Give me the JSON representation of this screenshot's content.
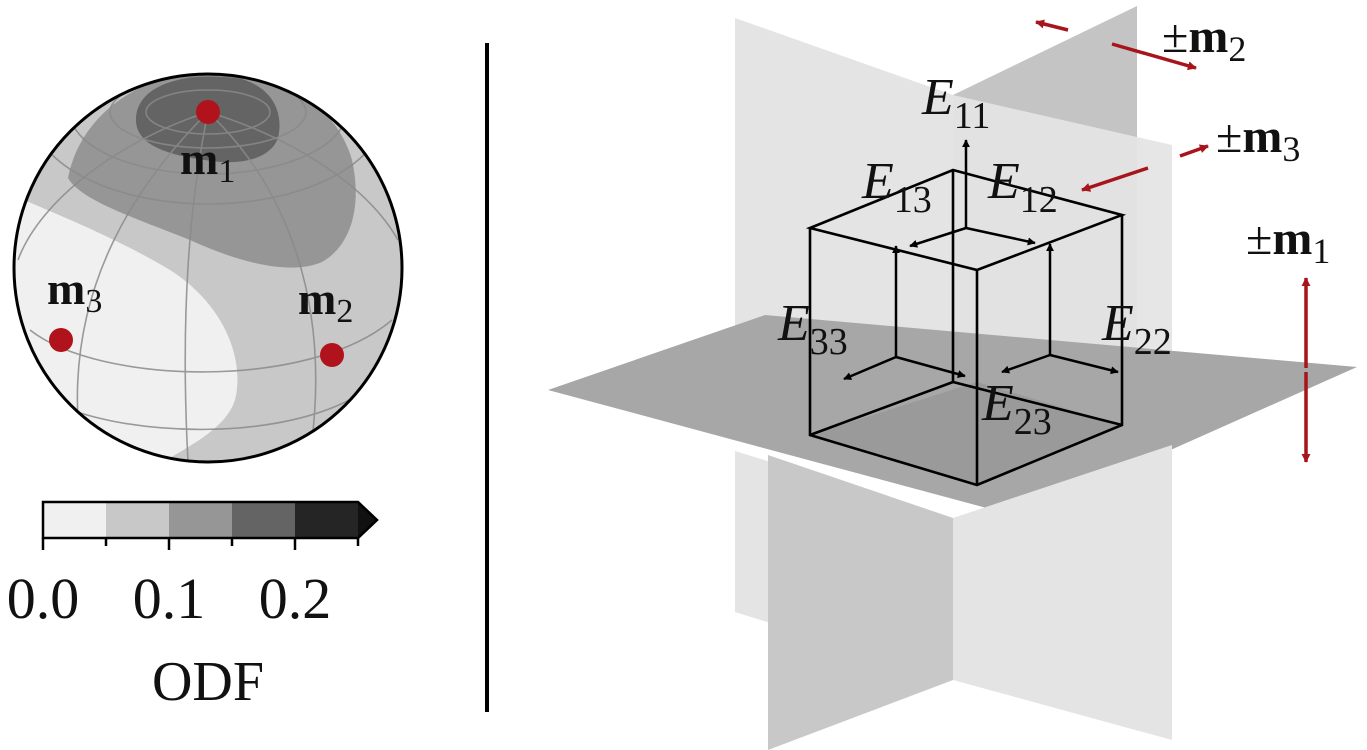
{
  "sphere": {
    "points": [
      {
        "name": "m",
        "sub": "1"
      },
      {
        "name": "m",
        "sub": "2"
      },
      {
        "name": "m",
        "sub": "3"
      }
    ],
    "point_color": "#b0131c"
  },
  "colorbar": {
    "label": "ODF",
    "ticks": [
      "0.0",
      "0.1",
      "0.2"
    ],
    "levels": [
      "#f0f0f0",
      "#c8c8c8",
      "#969696",
      "#646464",
      "#252525"
    ]
  },
  "cube": {
    "labels": [
      {
        "name": "E",
        "sub": "11"
      },
      {
        "name": "E",
        "sub": "13"
      },
      {
        "name": "E",
        "sub": "12"
      },
      {
        "name": "E",
        "sub": "33"
      },
      {
        "name": "E",
        "sub": "22"
      },
      {
        "name": "E",
        "sub": "23"
      }
    ]
  },
  "legend": {
    "items": [
      {
        "prefix": "±",
        "name": "m",
        "sub": "2"
      },
      {
        "prefix": "±",
        "name": "m",
        "sub": "3"
      },
      {
        "prefix": "±",
        "name": "m",
        "sub": "1"
      }
    ],
    "arrow_color": "#a8141c"
  }
}
